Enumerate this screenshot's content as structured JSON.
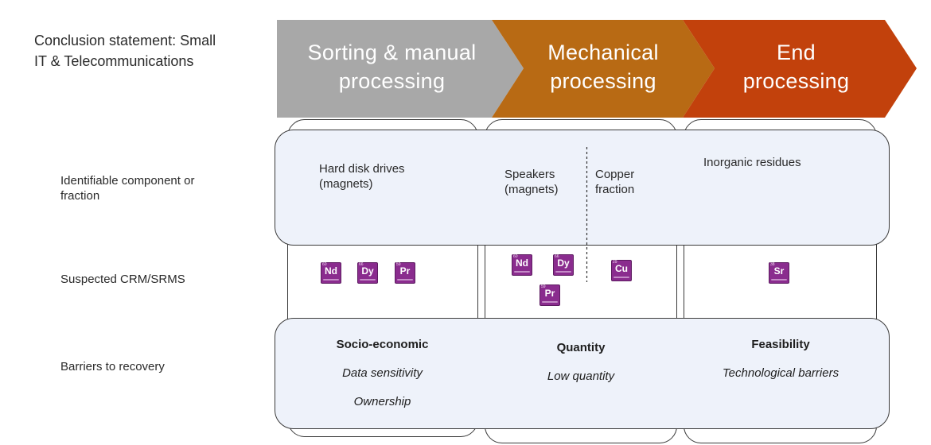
{
  "conclusion": "Conclusion statement: Small\nIT & Telecommunications",
  "stages": [
    {
      "label": "Sorting & manual\nprocessing",
      "color": "#a8a8a8"
    },
    {
      "label": "Mechanical\nprocessing",
      "color": "#b86a14"
    },
    {
      "label": "End\nprocessing",
      "color": "#c2410c"
    }
  ],
  "rows": {
    "component": "Identifiable component or\nfraction",
    "crm": "Suspected CRM/SRMS",
    "barriers": "Barriers to recovery"
  },
  "components": {
    "hdd": "Hard disk drives\n(magnets)",
    "speakers": "Speakers\n(magnets)",
    "copper": "Copper\nfraction",
    "inorganic": "Inorganic residues"
  },
  "elements": [
    {
      "symbol": "Nd",
      "number": "60"
    },
    {
      "symbol": "Dy",
      "number": "66"
    },
    {
      "symbol": "Pr",
      "number": "59"
    },
    {
      "symbol": "Nd",
      "number": "60"
    },
    {
      "symbol": "Dy",
      "number": "66"
    },
    {
      "symbol": "Pr",
      "number": "59"
    },
    {
      "symbol": "Cu",
      "number": "29"
    },
    {
      "symbol": "Sr",
      "number": "38"
    }
  ],
  "barriers": {
    "socio_economic": {
      "title": "Socio-economic",
      "items": [
        "Data sensitivity",
        "Ownership"
      ]
    },
    "quantity": {
      "title": "Quantity",
      "items": [
        "Low quantity"
      ]
    },
    "feasibility": {
      "title": "Feasibility",
      "items": [
        "Technological barriers"
      ]
    }
  },
  "colors": {
    "tile": "#8a2c8e",
    "panel_fill": "#eef2fa",
    "border": "#3a3a3a"
  }
}
